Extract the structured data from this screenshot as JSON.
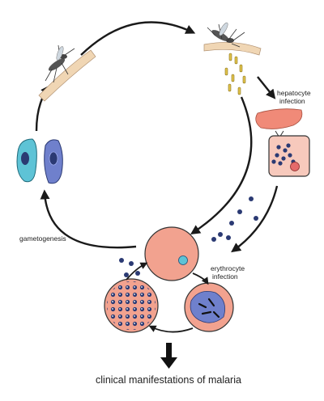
{
  "labels": {
    "hepatocyte_line1": "hepatocyte",
    "hepatocyte_line2": "infection",
    "gametogenesis": "gametogenesis",
    "erythrocyte_line1": "erythrocyte",
    "erythrocyte_line2": "infection",
    "clinical": "clinical manifestations of malaria"
  },
  "colors": {
    "arrow": "#1a1a1a",
    "cell_red": "#f2a28f",
    "cell_red_light": "#f7c9bc",
    "liver": "#f08a78",
    "gamete_cyan": "#5ec3d6",
    "gamete_blue": "#6f80cc",
    "merozoite": "#2b3a73",
    "skin": "#f0d6b4",
    "sporozoite": "#e0c24a"
  }
}
